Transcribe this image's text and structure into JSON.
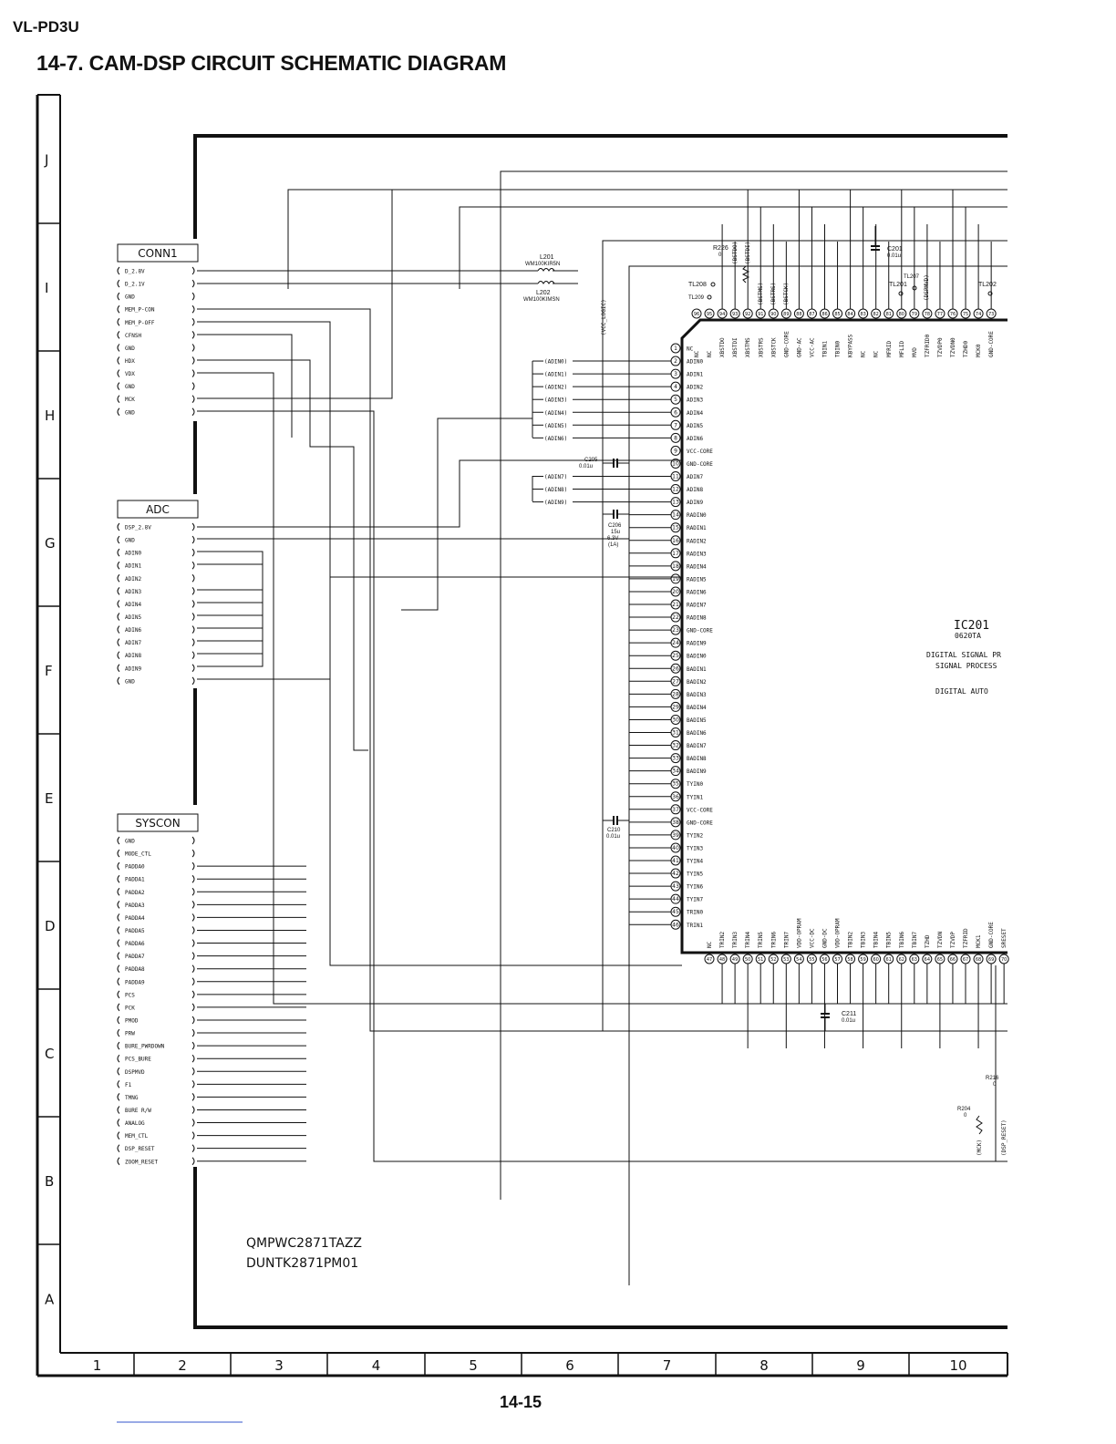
{
  "header": {
    "model": "VL-PD3U",
    "title": "14-7. CAM-DSP CIRCUIT SCHEMATIC DIAGRAM"
  },
  "page_number": "14-15",
  "grid": {
    "rows": [
      "J",
      "I",
      "H",
      "G",
      "F",
      "E",
      "D",
      "C",
      "B",
      "A"
    ],
    "columns": [
      "1",
      "2",
      "3",
      "4",
      "5",
      "6",
      "7",
      "8",
      "9",
      "10"
    ]
  },
  "connectors": [
    {
      "name": "CONN1",
      "pins": [
        "D_2.8V",
        "D_2.1V",
        "GND",
        "MEM_P-CON",
        "MEM_P-OFF",
        "CFNSH",
        "GND",
        "HDX",
        "VDX",
        "GND",
        "MCK",
        "GND"
      ]
    },
    {
      "name": "ADC",
      "pins": [
        "DSP_2.8V",
        "GND",
        "ADIN0",
        "ADIN1",
        "ADIN2",
        "ADIN3",
        "ADIN4",
        "ADIN5",
        "ADIN6",
        "ADIN7",
        "ADIN8",
        "ADIN9",
        "GND"
      ]
    },
    {
      "name": "SYSCON",
      "pins": [
        "GND",
        "MODE_CTL",
        "PADDA0",
        "PADDA1",
        "PADDA2",
        "PADDA3",
        "PADDA4",
        "PADDA5",
        "PADDA6",
        "PADDA7",
        "PADDA8",
        "PADDA9",
        "PCS",
        "PCK",
        "PMOD",
        "PRW",
        "BURE_PWRDOWN",
        "PCS_BURE",
        "DSPMVD",
        "F1",
        "TMNG",
        "BURE R/W",
        "ANALOG",
        "MEM_CTL",
        "DSP_RESET",
        "ZOOM_RESET"
      ]
    }
  ],
  "ic": {
    "ref": "IC201",
    "part": "0620TA",
    "desc1": "DIGITAL SIGNAL PR",
    "desc2": "SIGNAL PROCESS",
    "desc3": "DIGITAL AUTO",
    "left_pins": [
      "NC",
      "ADIN0",
      "ADIN1",
      "ADIN2",
      "ADIN3",
      "ADIN4",
      "ADIN5",
      "ADIN6",
      "VCC-CORE",
      "GND-CORE",
      "ADIN7",
      "ADIN8",
      "ADIN9",
      "RADIN0",
      "RADIN1",
      "RADIN2",
      "RADIN3",
      "RADIN4",
      "RADIN5",
      "RADIN6",
      "RADIN7",
      "RADIN8",
      "GND-CORE",
      "RADIN9",
      "BADIN0",
      "BADIN1",
      "BADIN2",
      "BADIN3",
      "BADIN4",
      "BADIN5",
      "BADIN6",
      "BADIN7",
      "BADIN8",
      "BADIN9",
      "TYIN0",
      "TYIN1",
      "VCC-CORE",
      "GND-CORE",
      "TYIN2",
      "TYIN3",
      "TYIN4",
      "TYIN5",
      "TYIN6",
      "TYIN7",
      "TRIN0",
      "TRIN1"
    ],
    "top_pins": [
      "NC",
      "NC",
      "XBSTDO",
      "XBSTDI",
      "XBSTMS",
      "XBSTRS",
      "XBSTCK",
      "GND-CORE",
      "GND-AC",
      "VCC-AC",
      "TBIN1",
      "TBIN0",
      "KBYPASS",
      "NC",
      "NC",
      "MFRID",
      "MFLID",
      "MVD",
      "TZFRID0",
      "TZVDP0",
      "TZVDN0",
      "TZHD0",
      "MCK0",
      "GND-CORE"
    ],
    "bottom_pins": [
      "NC",
      "TRIN2",
      "TRIN3",
      "TRIN4",
      "TRIN5",
      "TRIN6",
      "TRIN7",
      "VDD-OPRAM",
      "VCC-DC",
      "GND-DC",
      "VDD-OPRAM",
      "TBIN2",
      "TBIN3",
      "TBIN4",
      "TBIN5",
      "TBIN6",
      "TBIN7",
      "TZHD",
      "TZVDN",
      "TZVDP",
      "TZFRID",
      "MCK1",
      "GND-CORE",
      "SRESET"
    ]
  },
  "net_labels": [
    "(ADIN0)",
    "(ADIN1)",
    "(ADIN2)",
    "(ADIN3)",
    "(ADIN4)",
    "(ADIN5)",
    "(ADIN6)",
    "(ADIN7)",
    "(ADIN8)",
    "(ADIN9)",
    "(BSTDO)",
    "(BSTDI)",
    "(BSTMS)",
    "(BSTRS)",
    "(BSTCK)",
    "(DSPMVD)",
    "(VCC_LOGIC)",
    "(MCK)",
    "(DSP_RESET)"
  ],
  "components": {
    "L201": {
      "ref": "L201",
      "value": "WM100KIR5N"
    },
    "L202": {
      "ref": "L202",
      "value": "WM100KIMSN"
    },
    "C201": {
      "ref": "C201",
      "value": "0.01u"
    },
    "C205": {
      "ref": "C205",
      "value": "0.01u"
    },
    "C206": {
      "ref": "C206",
      "value": "15u",
      "v1": "6.3V",
      "v2": "(1A)"
    },
    "C210": {
      "ref": "C210",
      "value": "0.01u"
    },
    "C211": {
      "ref": "C211",
      "value": "0.01u"
    },
    "R226": {
      "ref": "R226",
      "value": "0"
    },
    "R204": {
      "ref": "R204",
      "value": "0"
    },
    "R216": {
      "ref": "R216",
      "value": "0"
    },
    "TL201": "TL201",
    "TL202": "TL202",
    "TL207": "TL207",
    "TL208": "TL208",
    "TL209": "TL209"
  },
  "board": {
    "pwb": "QMPWC2871TAZZ",
    "unit": "DUNTK2871PM01"
  }
}
